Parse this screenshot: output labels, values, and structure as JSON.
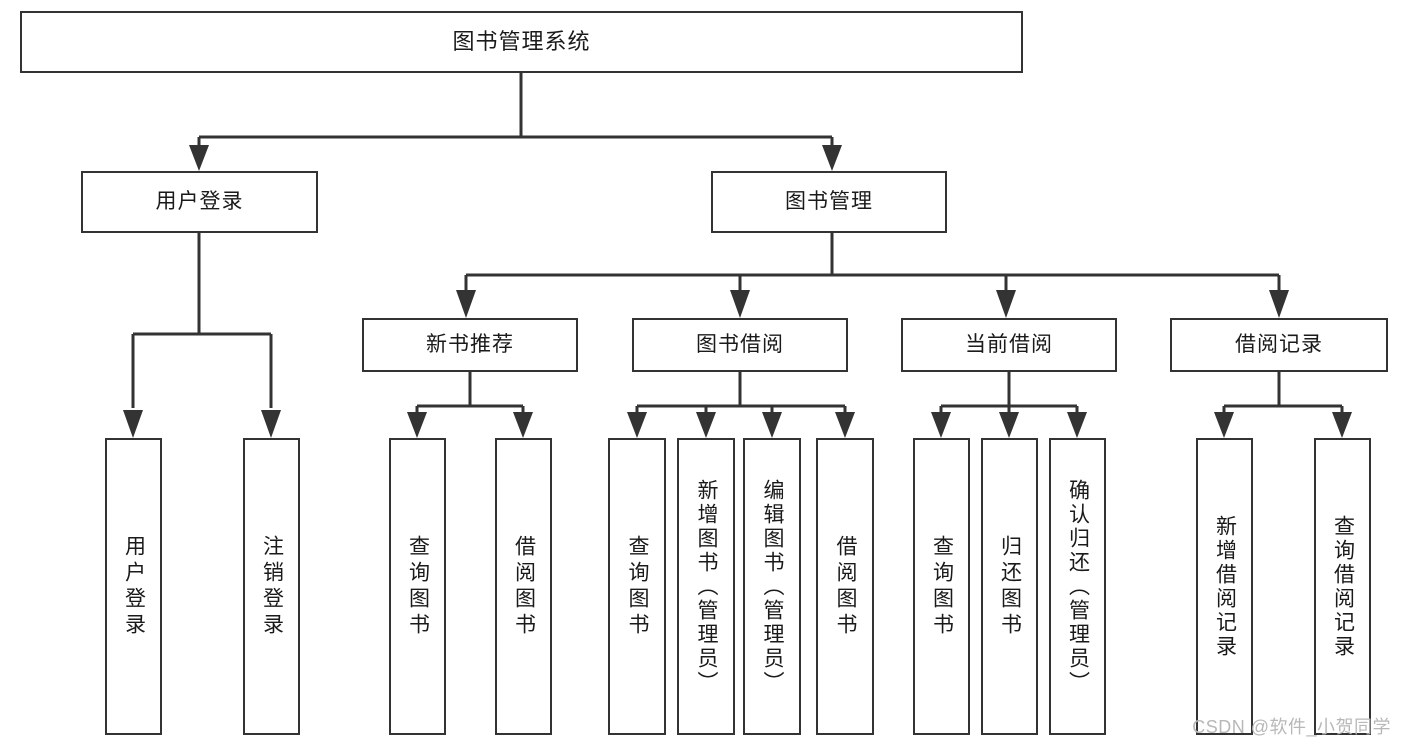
{
  "diagram": {
    "type": "tree",
    "title": "图书管理系统",
    "root": {
      "id": "root",
      "label": "图书管理系统"
    },
    "level2": [
      {
        "id": "user-login",
        "label": "用户登录"
      },
      {
        "id": "book-manage",
        "label": "图书管理"
      }
    ],
    "level3": [
      {
        "id": "new-book-recommend",
        "label": "新书推荐",
        "parent": "book-manage"
      },
      {
        "id": "book-borrow",
        "label": "图书借阅",
        "parent": "book-manage"
      },
      {
        "id": "current-borrow",
        "label": "当前借阅",
        "parent": "book-manage"
      },
      {
        "id": "borrow-record",
        "label": "借阅记录",
        "parent": "book-manage"
      }
    ],
    "leaves": {
      "user_login": [
        {
          "id": "leaf-user-login",
          "label": "用户登录"
        },
        {
          "id": "leaf-logout",
          "label": "注销登录"
        }
      ],
      "new_book_recommend": [
        {
          "id": "leaf-query-book-1",
          "label": "查询图书"
        },
        {
          "id": "leaf-borrow-book-1",
          "label": "借阅图书"
        }
      ],
      "book_borrow": [
        {
          "id": "leaf-query-book-2",
          "label": "查询图书"
        },
        {
          "id": "leaf-add-book",
          "label": "新增图书（管理员）"
        },
        {
          "id": "leaf-edit-book",
          "label": "编辑图书（管理员）"
        },
        {
          "id": "leaf-borrow-book-2",
          "label": "借阅图书"
        }
      ],
      "current_borrow": [
        {
          "id": "leaf-query-book-3",
          "label": "查询图书"
        },
        {
          "id": "leaf-return-book",
          "label": "归还图书"
        },
        {
          "id": "leaf-confirm-return",
          "label": "确认归还（管理员）"
        }
      ],
      "borrow_record": [
        {
          "id": "leaf-add-record",
          "label": "新增借阅记录"
        },
        {
          "id": "leaf-query-record",
          "label": "查询借阅记录"
        }
      ]
    },
    "colors": {
      "stroke": "#333333",
      "fill": "#ffffff",
      "text": "#1a1a1a",
      "watermark": "#b8b8b8"
    }
  },
  "watermark": {
    "text": "CSDN @软件_小贺同学"
  }
}
